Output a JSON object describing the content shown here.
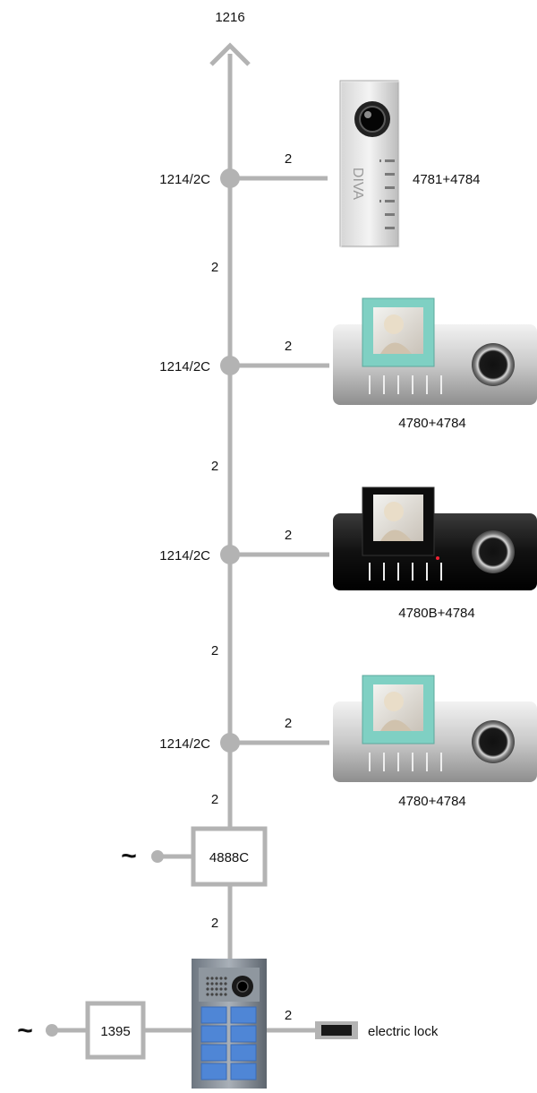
{
  "top_label": "1216",
  "segments": {
    "label_2": "2"
  },
  "junctions": [
    {
      "label": "1214/2C",
      "wire_label": "2"
    },
    {
      "label": "1214/2C",
      "wire_label": "2"
    },
    {
      "label": "1214/2C",
      "wire_label": "2"
    },
    {
      "label": "1214/2C",
      "wire_label": "2"
    }
  ],
  "devices": [
    {
      "label": "4781+4784",
      "kind": "diva-monitor",
      "brand_text": "DIVA"
    },
    {
      "label": "4780+4784",
      "kind": "silver-monitor"
    },
    {
      "label": "4780B+4784",
      "kind": "black-monitor"
    },
    {
      "label": "4780+4784",
      "kind": "silver-monitor"
    }
  ],
  "vertical_labels": [
    "2",
    "2",
    "2",
    "2",
    "2"
  ],
  "power_supply": {
    "label": "4888C",
    "input_symbol": "~"
  },
  "transformer": {
    "label": "1395",
    "input_symbol": "~"
  },
  "door_panel": {
    "wire_label": "2"
  },
  "lock": {
    "label": "electric lock"
  },
  "colors": {
    "wire": "#b3b3b3",
    "text": "#111111",
    "panel_blue": "#4f86d6",
    "monitor_teal": "#7fd0c3"
  }
}
